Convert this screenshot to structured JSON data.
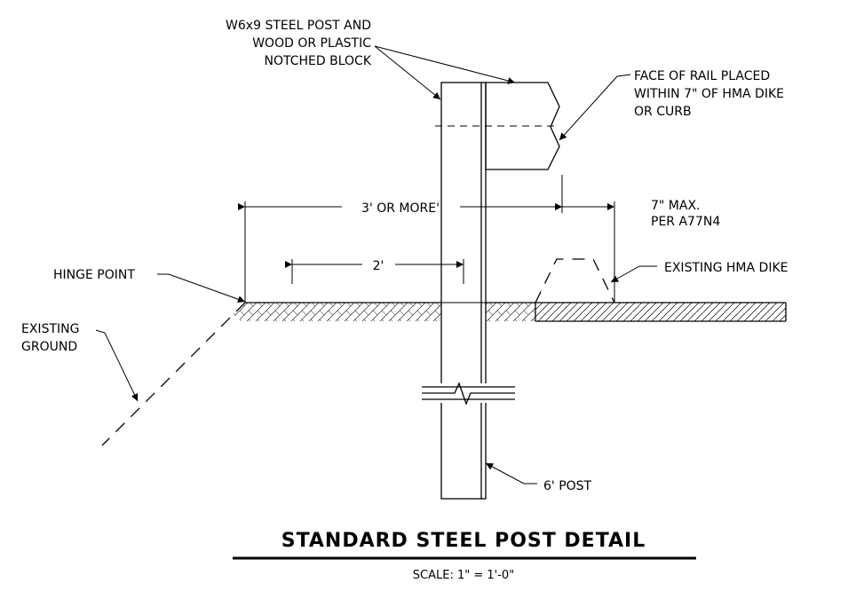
{
  "callouts": {
    "post_block": [
      "W6x9 STEEL POST AND",
      "WOOD OR PLASTIC",
      "NOTCHED BLOCK"
    ],
    "rail_face": [
      "FACE OF RAIL PLACED",
      "WITHIN 7\" OF HMA DIKE",
      "OR CURB"
    ],
    "hinge_point": "HINGE POINT",
    "existing_ground": [
      "EXISTING",
      "GROUND"
    ],
    "existing_dike": "EXISTING HMA DIKE",
    "post_length": "6' POST"
  },
  "dimensions": {
    "offset_3ft": "3' OR MORE'",
    "offset_2ft": "2'",
    "max_7in": [
      "7\" MAX.",
      "PER A77N4"
    ]
  },
  "title": {
    "text": "STANDARD STEEL POST DETAIL",
    "scale": "SCALE: 1\" = 1'-0\""
  }
}
